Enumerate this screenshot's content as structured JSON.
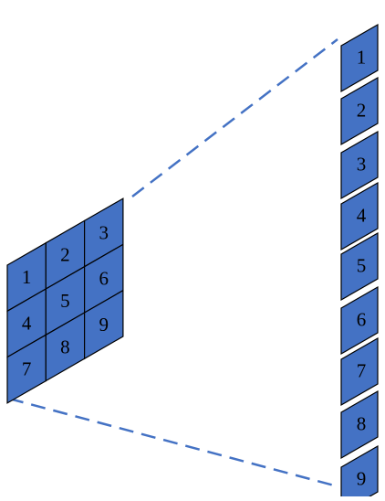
{
  "diagram": {
    "grid_cells": [
      "1",
      "2",
      "3",
      "4",
      "5",
      "6",
      "7",
      "8",
      "9"
    ],
    "column_cells": [
      "1",
      "2",
      "3",
      "4",
      "5",
      "6",
      "7",
      "8",
      "9"
    ],
    "colors": {
      "cell_fill": "#4472C4",
      "cell_stroke": "#000000",
      "dashed_line": "#4472C4",
      "label": "#000000"
    }
  }
}
